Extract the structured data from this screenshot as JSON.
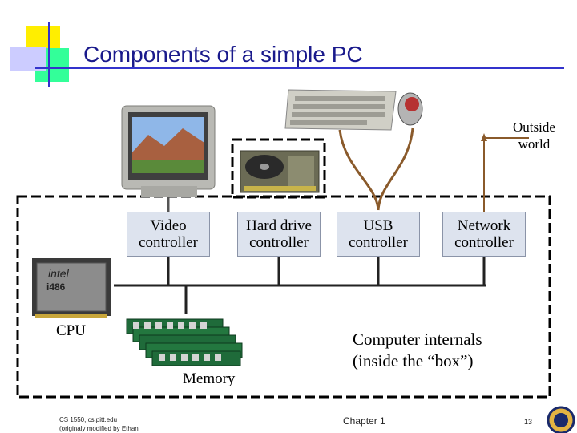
{
  "slide": {
    "title": "Components of a simple PC",
    "outside_world": [
      "Outside",
      "world"
    ],
    "controllers": {
      "video": [
        "Video",
        "controller"
      ],
      "hard_drive": [
        "Hard drive",
        "controller"
      ],
      "usb": [
        "USB",
        "controller"
      ],
      "network": [
        "Network",
        "controller"
      ]
    },
    "cpu_label": "CPU",
    "memory_label": "Memory",
    "internals": [
      "Computer internals",
      "(inside the “box”)"
    ],
    "footer": {
      "course": "CS 1550, cs.pitt.edu",
      "credit": "(originaly modified by Ethan",
      "chapter": "Chapter 1",
      "page_number": "13"
    }
  },
  "colors": {
    "title": "#1a1a8c",
    "deco_yellow": "#ffee00",
    "deco_green": "#33ff99",
    "deco_blue": "#3333cc",
    "deco_lavender": "#ccccff",
    "wire": "#8a5a2b",
    "controller_fill": "#dde3ee"
  },
  "icons": [
    "monitor-image",
    "hard-drive-image",
    "keyboard-image",
    "mouse-image",
    "cpu-chip-image",
    "memory-modules-image",
    "university-seal-icon"
  ]
}
